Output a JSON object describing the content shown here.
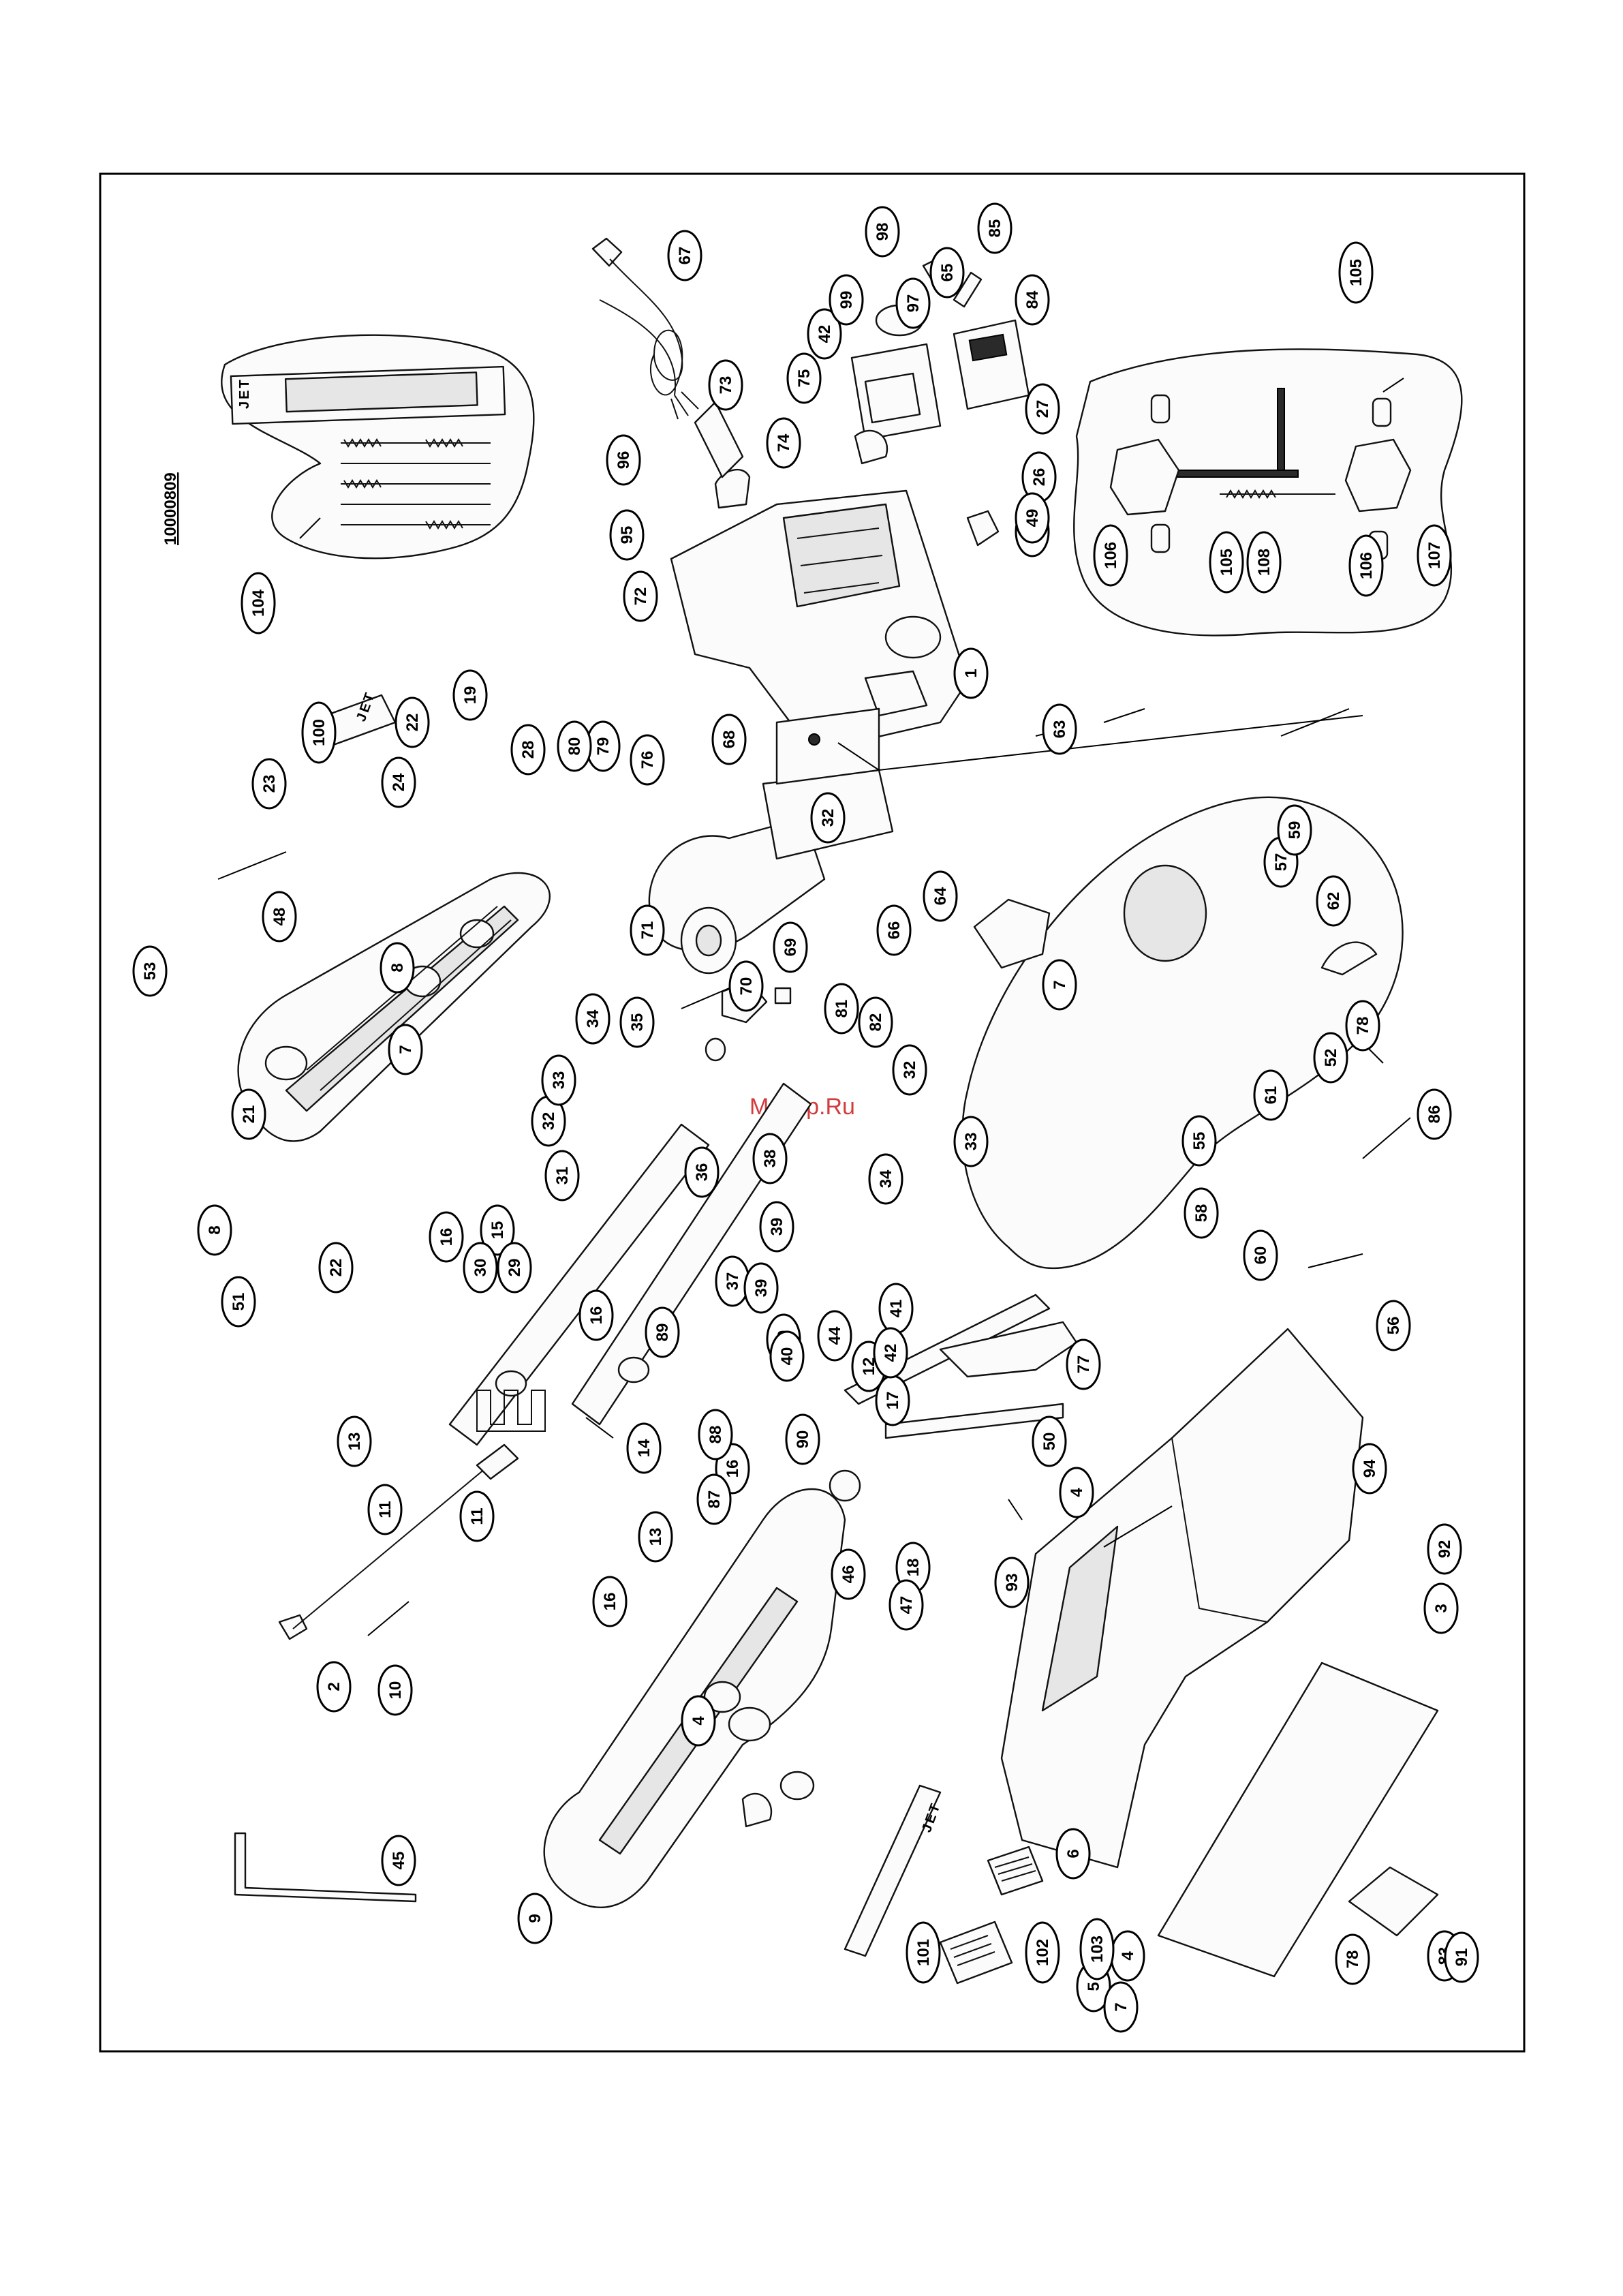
{
  "document": {
    "drawing_number": "10000809",
    "watermark": "McGrp.Ru",
    "brand_mark": "JET"
  },
  "callouts": [
    {
      "id": "1"
    },
    {
      "id": "2"
    },
    {
      "id": "3"
    },
    {
      "id": "4"
    },
    {
      "id": "4"
    },
    {
      "id": "4"
    },
    {
      "id": "5"
    },
    {
      "id": "6"
    },
    {
      "id": "7"
    },
    {
      "id": "7"
    },
    {
      "id": "7"
    },
    {
      "id": "8"
    },
    {
      "id": "8"
    },
    {
      "id": "9"
    },
    {
      "id": "10"
    },
    {
      "id": "11"
    },
    {
      "id": "11"
    },
    {
      "id": "12"
    },
    {
      "id": "13"
    },
    {
      "id": "13"
    },
    {
      "id": "14"
    },
    {
      "id": "15"
    },
    {
      "id": "16"
    },
    {
      "id": "16"
    },
    {
      "id": "16"
    },
    {
      "id": "16"
    },
    {
      "id": "17"
    },
    {
      "id": "18"
    },
    {
      "id": "19"
    },
    {
      "id": "20"
    },
    {
      "id": "21"
    },
    {
      "id": "22"
    },
    {
      "id": "22"
    },
    {
      "id": "23"
    },
    {
      "id": "24"
    },
    {
      "id": "25"
    },
    {
      "id": "26"
    },
    {
      "id": "27"
    },
    {
      "id": "28"
    },
    {
      "id": "29"
    },
    {
      "id": "30"
    },
    {
      "id": "31"
    },
    {
      "id": "32"
    },
    {
      "id": "32"
    },
    {
      "id": "32"
    },
    {
      "id": "33"
    },
    {
      "id": "33"
    },
    {
      "id": "34"
    },
    {
      "id": "34"
    },
    {
      "id": "35"
    },
    {
      "id": "36"
    },
    {
      "id": "37"
    },
    {
      "id": "38"
    },
    {
      "id": "39"
    },
    {
      "id": "39"
    },
    {
      "id": "40"
    },
    {
      "id": "41"
    },
    {
      "id": "42"
    },
    {
      "id": "42"
    },
    {
      "id": "44"
    },
    {
      "id": "45"
    },
    {
      "id": "46"
    },
    {
      "id": "47"
    },
    {
      "id": "48"
    },
    {
      "id": "49"
    },
    {
      "id": "50"
    },
    {
      "id": "51"
    },
    {
      "id": "52"
    },
    {
      "id": "53"
    },
    {
      "id": "55"
    },
    {
      "id": "56"
    },
    {
      "id": "57"
    },
    {
      "id": "58"
    },
    {
      "id": "59"
    },
    {
      "id": "60"
    },
    {
      "id": "61"
    },
    {
      "id": "62"
    },
    {
      "id": "63"
    },
    {
      "id": "64"
    },
    {
      "id": "65"
    },
    {
      "id": "66"
    },
    {
      "id": "67"
    },
    {
      "id": "68"
    },
    {
      "id": "69"
    },
    {
      "id": "70"
    },
    {
      "id": "71"
    },
    {
      "id": "72"
    },
    {
      "id": "73"
    },
    {
      "id": "74"
    },
    {
      "id": "75"
    },
    {
      "id": "76"
    },
    {
      "id": "77"
    },
    {
      "id": "78"
    },
    {
      "id": "78"
    },
    {
      "id": "79"
    },
    {
      "id": "80"
    },
    {
      "id": "81"
    },
    {
      "id": "82"
    },
    {
      "id": "83"
    },
    {
      "id": "84"
    },
    {
      "id": "85"
    },
    {
      "id": "86"
    },
    {
      "id": "87"
    },
    {
      "id": "88"
    },
    {
      "id": "89"
    },
    {
      "id": "90"
    },
    {
      "id": "91"
    },
    {
      "id": "92"
    },
    {
      "id": "93"
    },
    {
      "id": "94"
    },
    {
      "id": "95"
    },
    {
      "id": "96"
    },
    {
      "id": "97"
    },
    {
      "id": "98"
    },
    {
      "id": "99"
    },
    {
      "id": "100"
    },
    {
      "id": "101"
    },
    {
      "id": "102"
    },
    {
      "id": "103"
    },
    {
      "id": "104"
    },
    {
      "id": "105"
    },
    {
      "id": "105"
    },
    {
      "id": "106"
    },
    {
      "id": "106"
    },
    {
      "id": "107"
    },
    {
      "id": "108"
    }
  ]
}
